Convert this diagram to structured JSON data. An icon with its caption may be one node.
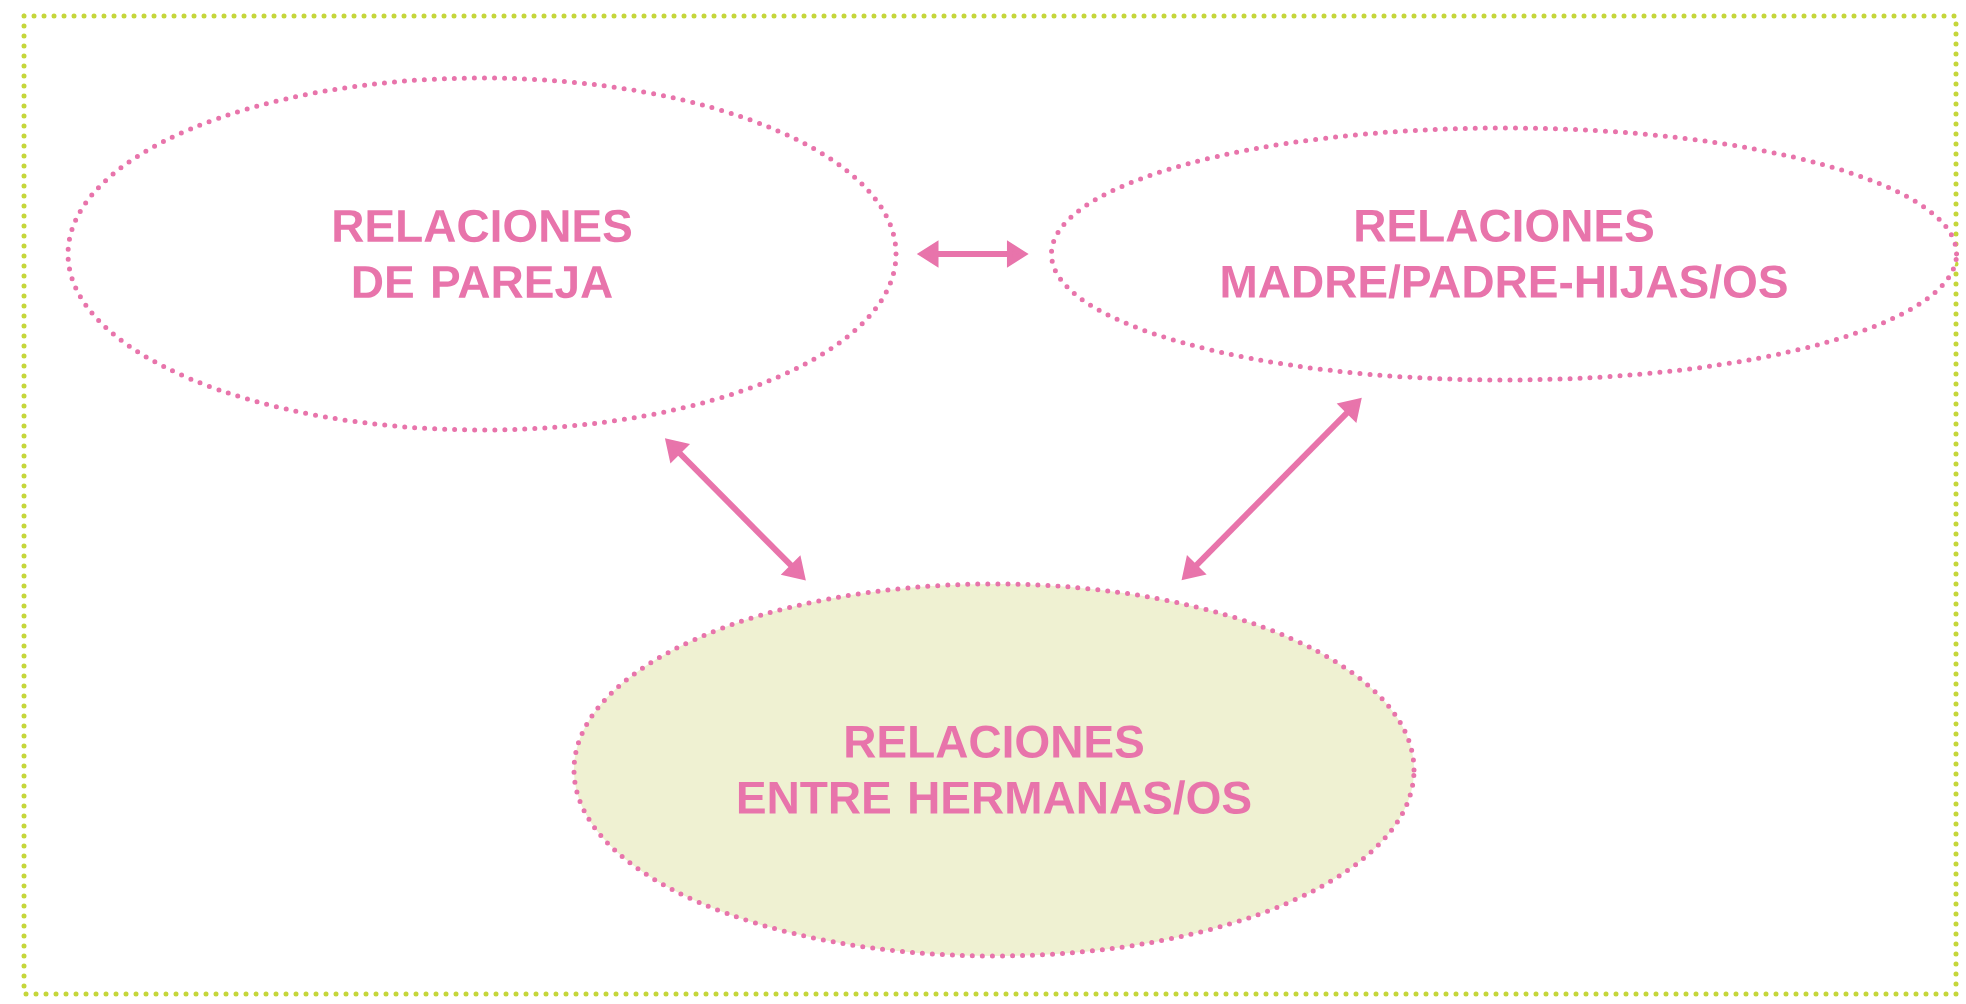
{
  "diagram": {
    "nodes": [
      {
        "text": [
          "RELACIONES DE PAREJA"
        ]
      },
      {
        "text": [
          "RELACIONES MADRE/PADRE-HIJAS/OS"
        ]
      },
      {
        "text": [
          "RELACIONES ENTRE HERMANAS/OS"
        ]
      }
    ],
    "edges": [
      {
        "from": 0,
        "to": 1,
        "arrow": "both"
      },
      {
        "from": 0,
        "to": 2,
        "arrow": "both"
      },
      {
        "from": 1,
        "to": 2,
        "arrow": "both"
      }
    ]
  }
}
